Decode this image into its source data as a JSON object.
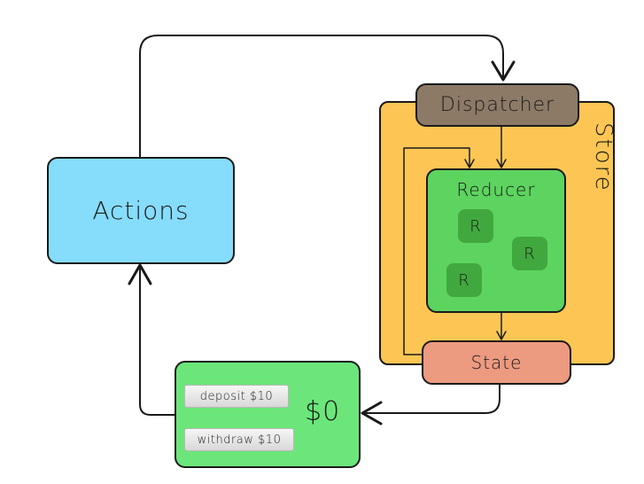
{
  "diagram": {
    "actions_label": "Actions",
    "store_label": "Store",
    "dispatcher_label": "Dispatcher",
    "reducer_label": "Reducer",
    "reducer_items": [
      "R",
      "R",
      "R"
    ],
    "state_label": "State",
    "view": {
      "balance": "$0",
      "deposit_label": "deposit $10",
      "withdraw_label": "withdraw $10"
    }
  },
  "colors": {
    "actions": "#86dcfb",
    "store": "#fdc654",
    "dispatcher": "#8c7a66",
    "reducer": "#5cd45f",
    "reducer_item": "#41a83f",
    "state": "#ec9a80",
    "view": "#6ce67a"
  }
}
